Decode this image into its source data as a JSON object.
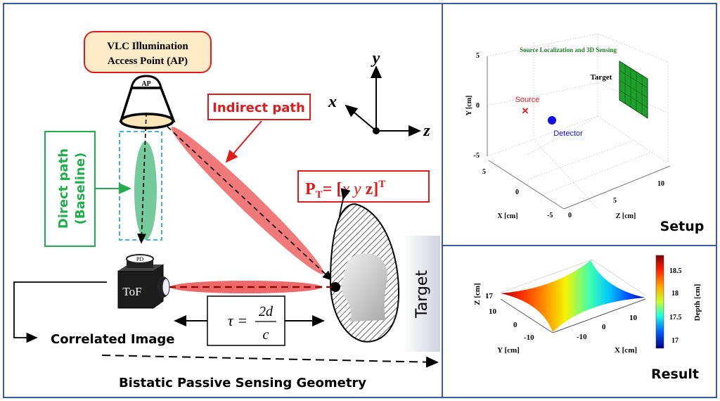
{
  "left": {
    "ap_box": {
      "line1": "VLC Illumination",
      "line2": "Access Point (AP)"
    },
    "ap_label": "AP",
    "direct_path": {
      "line1": "Direct path",
      "line2": "(Baseline)"
    },
    "indirect_path": "Indirect path",
    "axes": {
      "x": "x",
      "y": "y",
      "z": "z"
    },
    "position": {
      "p": "P",
      "sub": "T",
      "eq": "= [",
      "vars": "x y ",
      "z": "z",
      "close": "]",
      "sup": "T"
    },
    "pd_label": "PD",
    "tof_label": "ToF",
    "tau": {
      "lhs": "τ =",
      "num": "2d",
      "den": "c"
    },
    "correlated_image": "Correlated Image",
    "target": "Target",
    "caption": "Bistatic Passive Sensing Geometry"
  },
  "setup": {
    "title": "Source Localization and 3D Sensing",
    "target_label": "Target",
    "source_label": "Source",
    "detector_label": "Detector",
    "y_axis": {
      "label": "Y [cm]",
      "ticks": [
        "5",
        "0",
        "-5"
      ]
    },
    "x_axis": {
      "label": "X [cm]",
      "ticks": [
        "5",
        "0",
        "-5"
      ]
    },
    "z_axis": {
      "label": "Z [cm]",
      "ticks": [
        "0",
        "5",
        "10"
      ]
    },
    "panel_label": "Setup",
    "colors": {
      "source": "#e8141c",
      "detector": "#1010e8",
      "target": "#1e9e2a",
      "title": "#1e7d2a"
    }
  },
  "result": {
    "z_axis": {
      "label": "Z [cm]",
      "ticks": [
        "17"
      ]
    },
    "y_axis": {
      "label": "Y [cm]",
      "ticks": [
        "10",
        "0",
        "-10"
      ]
    },
    "x_axis": {
      "label": "X [cm]",
      "ticks": [
        "-10",
        "0",
        "10"
      ]
    },
    "colorbar": {
      "label": "Depth [cm]",
      "ticks": [
        "18.5",
        "18",
        "17.5",
        "17"
      ]
    },
    "panel_label": "Result"
  }
}
